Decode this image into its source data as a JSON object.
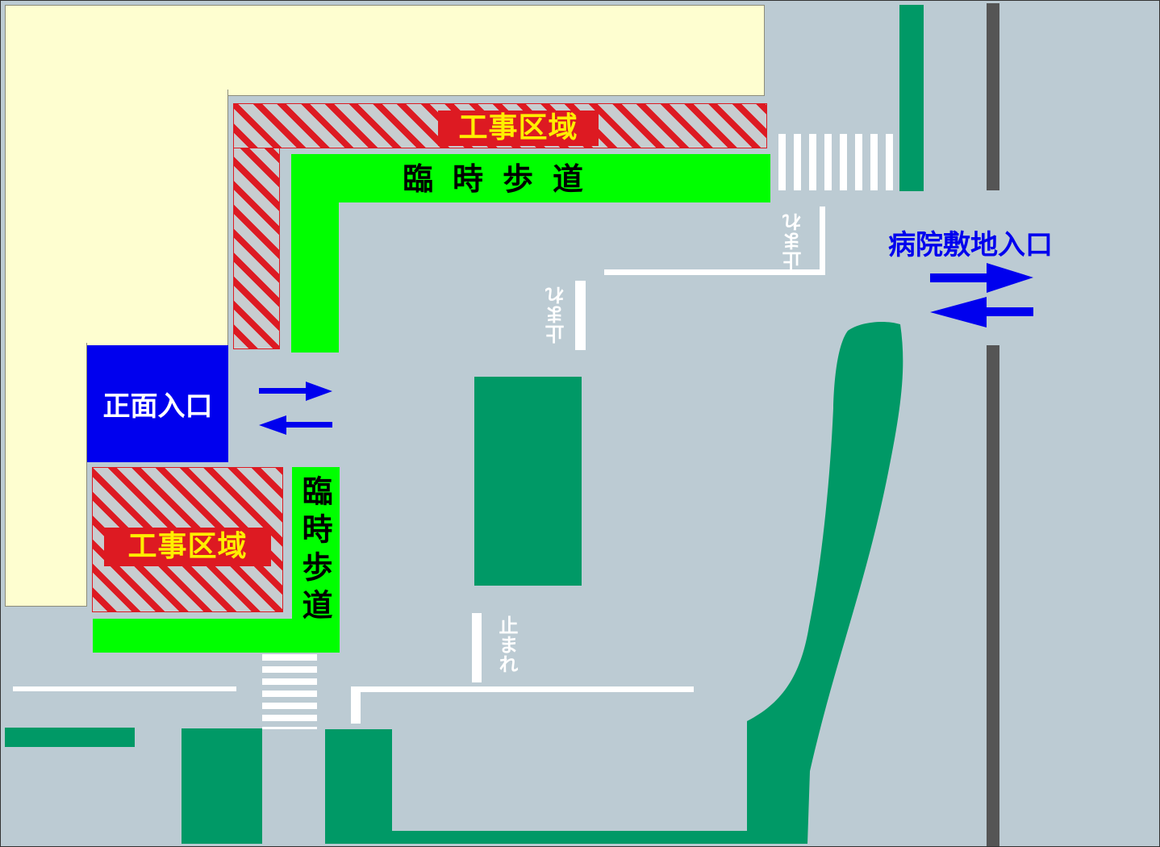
{
  "labels": {
    "construction_zone": "工事区域",
    "temp_walkway": "臨時歩道",
    "stop_line": "止まれ",
    "main_entrance": "正面入口",
    "hospital_entrance": "病院敷地入口"
  },
  "colors": {
    "road": "#bccbd3",
    "building": "#fefed0",
    "construction_red": "#dd1a22",
    "construction_text": "#ffee00",
    "temp_walkway": "#00ff00",
    "median": "#009966",
    "entrance_blue": "#0000ee",
    "road_line": "#555555"
  }
}
